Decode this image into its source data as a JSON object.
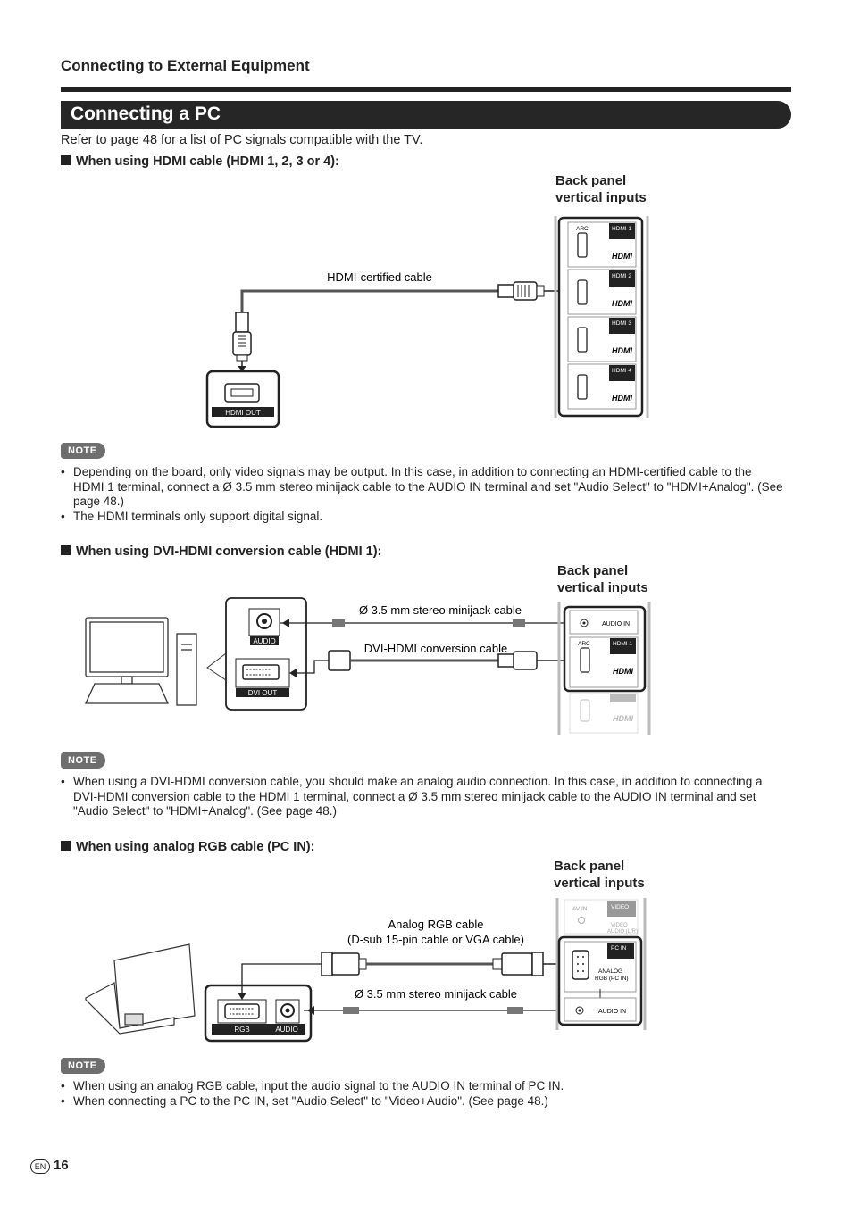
{
  "header": {
    "section": "Connecting to External Equipment",
    "title": "Connecting a PC"
  },
  "intro": "Refer to page 48 for a list of PC signals compatible with the TV.",
  "hdmi": {
    "heading": "When using HDMI cable (HDMI 1, 2, 3 or 4):",
    "back_panel_line1": "Back panel",
    "back_panel_line2": "vertical inputs",
    "cable": "HDMI-certified cable",
    "pc_port": "HDMI OUT",
    "arc": "ARC",
    "ports": [
      "HDMI 1",
      "HDMI 2",
      "HDMI 3",
      "HDMI 4"
    ],
    "logo": "HDMI",
    "note_label": "NOTE",
    "notes": [
      "Depending on the board, only video signals may be output. In this case, in addition to connecting an HDMI-certified cable to the HDMI 1 terminal, connect a Ø 3.5 mm stereo minijack cable to the AUDIO IN terminal and set \"Audio Select\" to \"HDMI+Analog\". (See page 48.)",
      "The HDMI terminals only support digital signal."
    ]
  },
  "dvi": {
    "heading": "When using DVI-HDMI conversion cable (HDMI 1):",
    "back_panel_line1": "Back panel",
    "back_panel_line2": "vertical inputs",
    "audio_cable": "Ø 3.5 mm stereo minijack cable",
    "dvi_cable": "DVI-HDMI conversion cable",
    "pc_audio": "AUDIO",
    "pc_dvi": "DVI OUT",
    "audio_in": "AUDIO IN",
    "arc": "ARC",
    "port": "HDMI 1",
    "logo": "HDMI",
    "note_label": "NOTE",
    "notes": [
      "When using a DVI-HDMI conversion cable, you should make an analog audio connection. In this case, in addition to connecting a DVI-HDMI conversion cable to the HDMI 1 terminal, connect a Ø 3.5 mm stereo minijack cable to the AUDIO IN terminal and set \"Audio Select\" to \"HDMI+Analog\". (See page 48.)"
    ]
  },
  "rgb": {
    "heading": "When using analog RGB cable (PC IN):",
    "back_panel_line1": "Back panel",
    "back_panel_line2": "vertical inputs",
    "rgb_cable_line1": "Analog RGB cable",
    "rgb_cable_line2": "(D-sub 15-pin cable or VGA cable)",
    "audio_cable": "Ø 3.5 mm stereo minijack cable",
    "pc_rgb": "RGB",
    "pc_audio": "AUDIO",
    "av_in": "AV IN",
    "video": "VIDEO",
    "video_audio": "VIDEO",
    "video_audio2": "AUDIO (L/R)",
    "pc_in": "PC IN",
    "analog_rgb_line1": "ANALOG",
    "analog_rgb_line2": "RGB (PC IN)",
    "audio_in": "AUDIO IN",
    "note_label": "NOTE",
    "notes": [
      "When using an analog RGB cable, input the audio signal to the AUDIO IN terminal of PC IN.",
      "When connecting a PC to the PC IN, set \"Audio Select\" to \"Video+Audio\". (See page 48.)"
    ]
  },
  "footer": {
    "lang": "EN",
    "page": "16"
  }
}
